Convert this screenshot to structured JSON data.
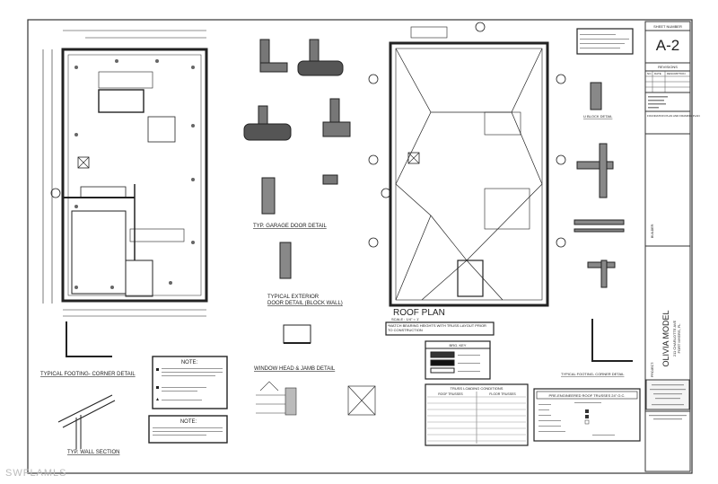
{
  "title_block": {
    "sheet_number_label": "SHEET NUMBER",
    "sheet_number": "A-2",
    "revisions_label": "REVISIONS",
    "revision_columns": [
      "NO.",
      "DATE",
      "DESCRIPTION"
    ],
    "sheet_title": "FOUNDATION PLAN AND FRAMING PLAN",
    "builder_label": "BUILDER:",
    "project_label": "PROJECT:",
    "project_name": "OLIVIA MODEL",
    "address_line1": "211 CHARLOTTE AVE",
    "address_line2": "FORT MYERS, FL"
  },
  "roof_plan": {
    "title": "ROOF PLAN",
    "scale": "SCALE : 1/4\" = 1'",
    "note": "*MATCH BEARING HEIGHTS WITH TRUSS LAYOUT PRIOR TO CONSTRUCTION"
  },
  "brg_key": {
    "title": "BRG. KEY"
  },
  "truss_loading": {
    "title": "TRUSS LOADING CONDITIONS",
    "col1": "ROOF TRUSSES",
    "col2": "FLOOR TRUSSES"
  },
  "pre_engineered": {
    "title": "PRE-ENGINEERED ROOF TRUSSES 24\" O.C."
  },
  "details": {
    "footing_left": "TYPICAL FOOTING- CORNER DETAIL",
    "footing_right": "TYPICAL FOOTING- CORNER DETAIL",
    "wall_section": "TYP. WALL SECTION",
    "garage_door": "TYP. GARAGE DOOR DETAIL",
    "exterior_door_1": "TYPICAL EXTERIOR",
    "exterior_door_2": "DOOR DETAIL (BLOCK WALL)",
    "window": "WINDOW HEAD & JAMB DETAIL",
    "u_block": "U BLOCK DETAIL",
    "note_1_title": "NOTE:",
    "note_2_title": "NOTE:"
  },
  "watermark": "SWFLAMLS"
}
